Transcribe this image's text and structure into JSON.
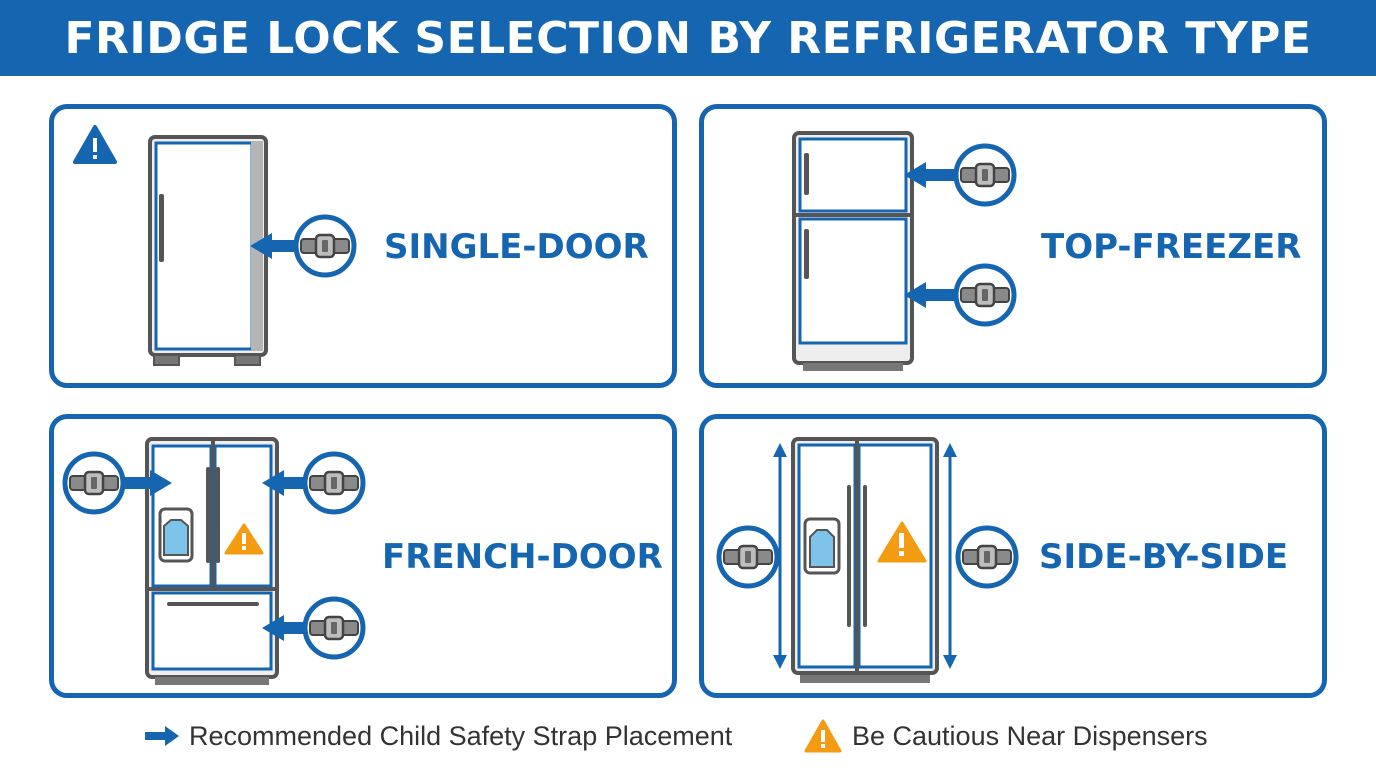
{
  "header": {
    "title": "FRIDGE LOCK SELECTION BY REFRIGERATOR TYPE"
  },
  "panels": [
    {
      "label": "SINGLE-DOOR"
    },
    {
      "label": "TOP-FREEZER"
    },
    {
      "label": "FRENCH-DOOR"
    },
    {
      "label": "SIDE-BY-SIDE"
    }
  ],
  "legend": {
    "strap_placement": "Recommended Child Safety Strap Placement",
    "caution": "Be Cautious Near Dispensers"
  },
  "colors": {
    "brand_blue": "#1565b0",
    "warning_orange": "#f39c12",
    "outline_gray": "#555555",
    "strap_gray": "#8a8a8a"
  },
  "icons": [
    "warning-icon",
    "strap-lock-icon",
    "arrow-right-icon",
    "arrow-left-icon",
    "double-arrow-icon",
    "water-dispenser-icon"
  ]
}
